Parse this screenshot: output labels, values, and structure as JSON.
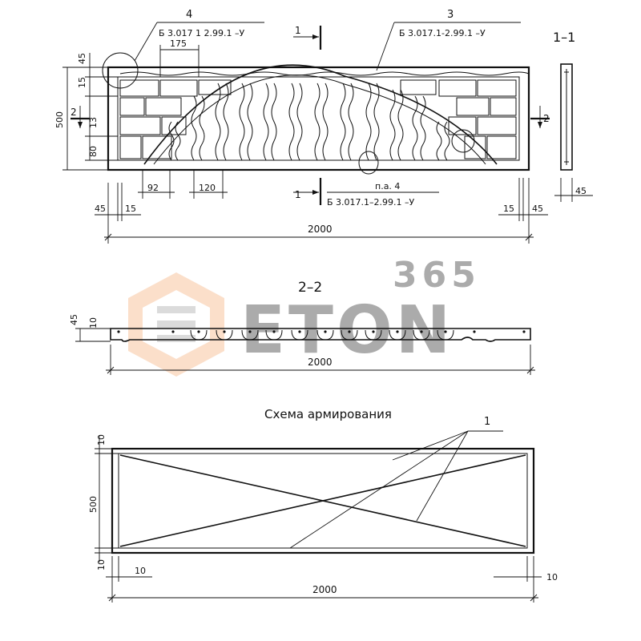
{
  "views": {
    "section_1_1": "1–1",
    "section_2_2": "2–2",
    "reinforcement_title": "Схема армирования"
  },
  "callouts": {
    "node_4": "4",
    "node_3": "3",
    "node_1": "1",
    "ref_4": "Б 3.017 1 2.99.1 –У",
    "ref_3": "Б 3.017.1-2.99.1 –У",
    "ref_pa4_label": "п.а. 4",
    "ref_pa4": "Б 3.017.1–2.99.1 –У",
    "cut_1": "1",
    "cut_2": "2"
  },
  "dims_panel": {
    "top_45": "45",
    "pitch_175": "175",
    "d15": "15",
    "height_500": "500",
    "d13": "13",
    "d80": "80",
    "d92": "92",
    "d120": "120",
    "left_45": "45",
    "left_15": "15",
    "right_15": "15",
    "right_45": "45",
    "length_2000": "2000",
    "sec_45": "45"
  },
  "dims_section": {
    "thick_45": "45",
    "d10": "10",
    "length_2000": "2000"
  },
  "dims_reinf": {
    "top_10": "10",
    "height_500": "500",
    "bottom_10": "10",
    "left_10": "10",
    "right_10": "10",
    "length_2000": "2000"
  },
  "watermark": {
    "number": "365",
    "brand": "ETON",
    "accent": "#f4a46a"
  }
}
